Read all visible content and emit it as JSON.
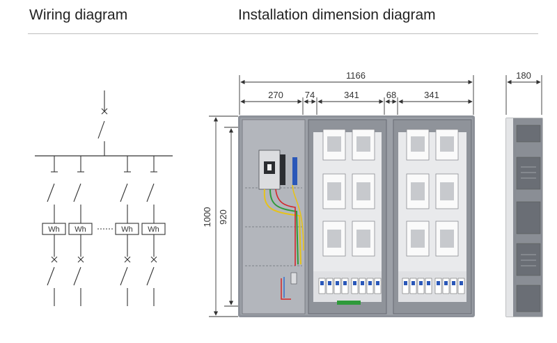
{
  "headings": {
    "wiring": "Wiring diagram",
    "installation": "Installation dimension diagram"
  },
  "wiring": {
    "meter_label": "Wh",
    "meters": [
      "Wh",
      "Wh",
      "Wh",
      "Wh"
    ]
  },
  "dimensions": {
    "overall_width": "1166",
    "depth": "180",
    "segments": [
      "270",
      "74",
      "341",
      "68",
      "341"
    ],
    "overall_height": "1000",
    "inner_height": "920"
  },
  "colors": {
    "cabinet": "#8d9199",
    "cabinet_dark": "#5d6168",
    "panel": "#e9eaec",
    "breaker_blue": "#2a57b8",
    "wire_yellow": "#e6c21a",
    "wire_green": "#2e9a3a",
    "wire_red": "#d3262a",
    "wire_blue": "#2f6fd0"
  }
}
